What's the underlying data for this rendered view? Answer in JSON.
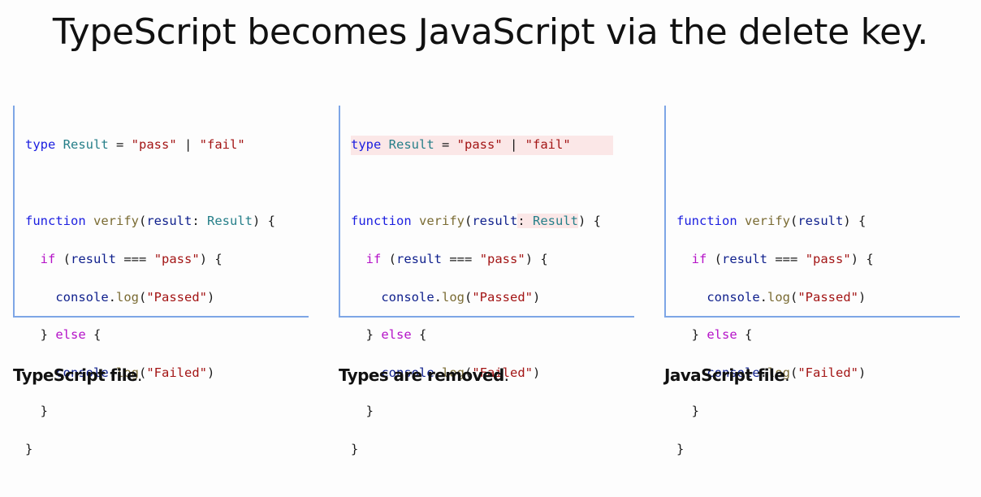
{
  "title": "TypeScript becomes JavaScript via the delete key.",
  "colors": {
    "keyword": "#1b1ee0",
    "control": "#b512c8",
    "type": "#267f89",
    "string": "#a31515",
    "function": "#7a6b33",
    "variable": "#0e1f8c",
    "panel_border": "#7ea6e6",
    "removed_highlight": "#fbe7e7"
  },
  "panels": [
    {
      "caption": "TypeScript file",
      "caption_suffix": ".",
      "code": {
        "type_kw": "type",
        "type_name": "Result",
        "eq": " = ",
        "s_pass": "\"pass\"",
        "pipe": " | ",
        "s_fail": "\"fail\"",
        "function_kw": "function",
        "fn_name": "verify",
        "param": "result",
        "param_annot": ": ",
        "param_type": "Result",
        "if_kw": "if",
        "cond_var": "result",
        "cond_op": " === ",
        "console": "console",
        "log": "log",
        "s_passed": "\"Passed\"",
        "else_kw": "else",
        "s_failed": "\"Failed\""
      }
    },
    {
      "caption": "Types are removed",
      "caption_suffix": "."
    },
    {
      "caption": "JavaScript file",
      "caption_suffix": "."
    }
  ]
}
